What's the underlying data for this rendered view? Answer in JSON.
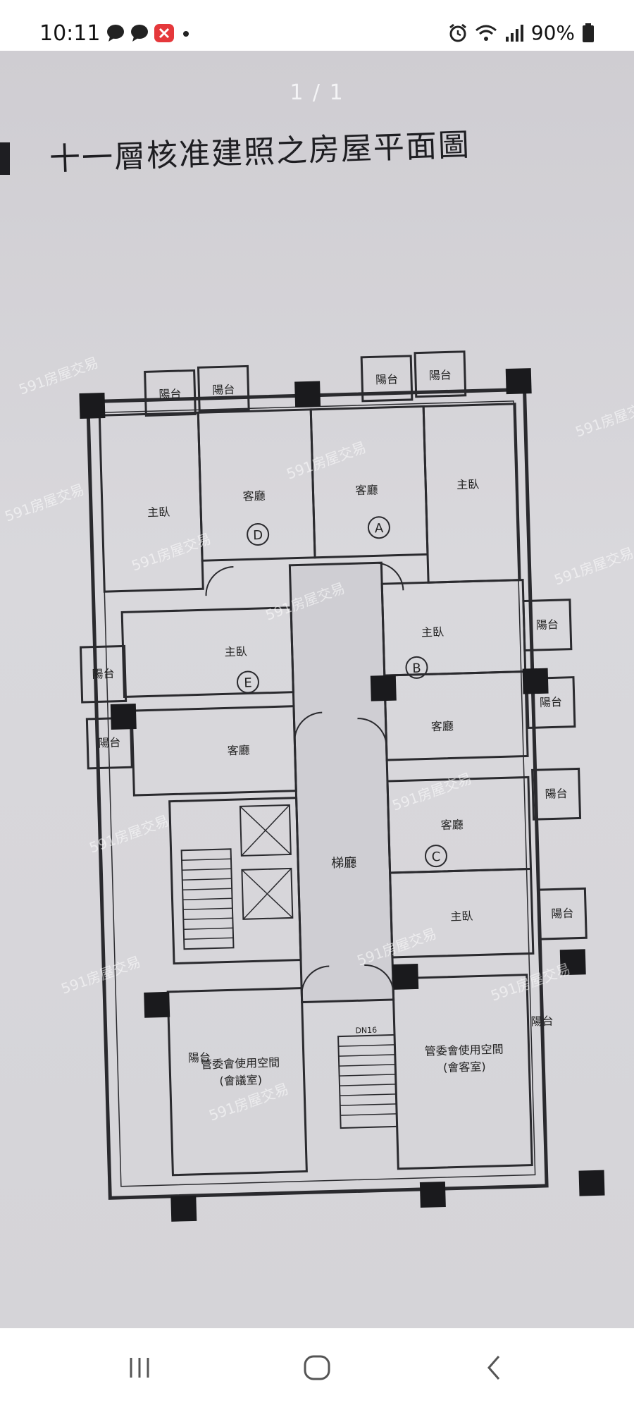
{
  "status_bar": {
    "time": "10:11",
    "battery": "90%",
    "icons": [
      "chat-bubble-icon",
      "chat-bubble-icon",
      "missed-call-icon",
      "dot-icon",
      "alarm-icon",
      "wifi-icon",
      "signal-icon",
      "battery-icon"
    ]
  },
  "viewer": {
    "page_indicator": "1 / 1",
    "title": "十一層核准建照之房屋平面圖"
  },
  "floor_plan": {
    "units": [
      "A",
      "B",
      "C",
      "D",
      "E"
    ],
    "labels": {
      "balcony": "陽台",
      "living": "客廳",
      "master": "主臥",
      "lobby": "梯廳",
      "committee": "管委會使用空間",
      "meeting_room": "(會議室)",
      "reception": "(會客室)",
      "stair_tag": "DN16"
    },
    "watermark": "591房屋交易"
  },
  "nav_bar": {
    "items": [
      "recent-apps-icon",
      "home-icon",
      "back-icon"
    ]
  }
}
